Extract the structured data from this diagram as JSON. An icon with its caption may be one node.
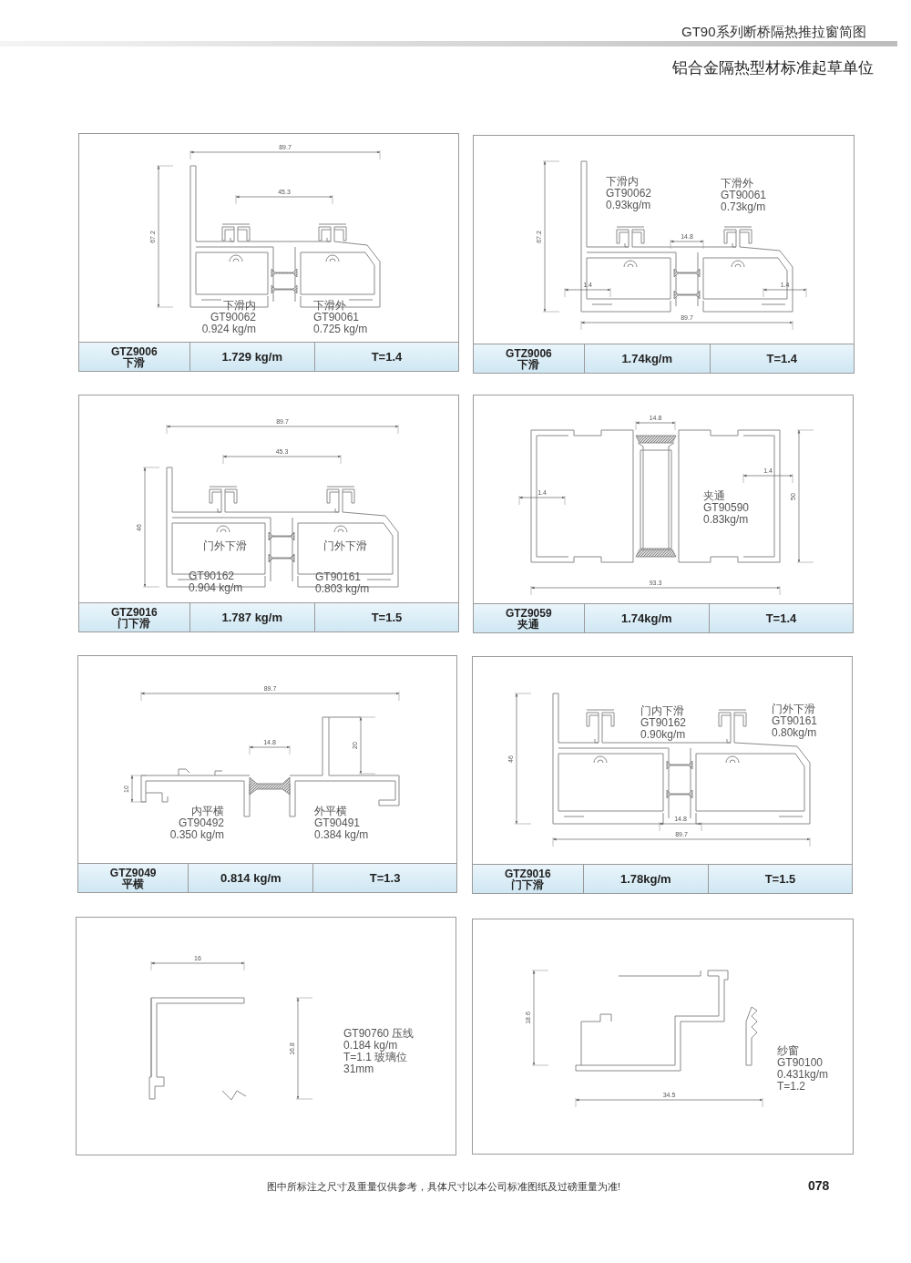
{
  "diagram": {
    "title": "GT90系列断桥隔热推拉窗简图",
    "caption": "图中所标注之尺寸及重量仅供参考，具体尺寸以本公司标准图纸及过磅重量为准!",
    "nodes": [
      {
        "text": [
          "下滑内 GT90062 0.924 kg/m",
          "下滑外 GT90061 0.725 kg/m",
          "GTZ9006 下滑",
          "1.729 kg/m",
          "T=1.4"
        ]
      },
      {
        "text": [
          "下滑内 GT90062 0.93kg/m",
          "下滑外 GT90061 0.73kg/m",
          "GTZ9006 下滑",
          "1.74kg/m",
          "T=1.4"
        ]
      },
      {
        "text": [
          "门外下滑",
          "门外下滑",
          "GT90162 0.904 kg/m",
          "GT90161 0.803 kg/m",
          "GTZ9016 门下滑",
          "1.787 kg/m",
          "T=1.5"
        ]
      },
      {
        "text": [
          "夹通 GT90590 0.83kg/m",
          "GTZ9059 夹通",
          "1.74kg/m",
          "T=1.4"
        ]
      },
      {
        "text": [
          "内平横 GT90492 0.350 kg/m",
          "外平横 GT90491 0.384 kg/m",
          "GTZ9049 平横",
          "0.814 kg/m",
          "T=1.3"
        ]
      },
      {
        "text": [
          "门内下滑 GT90162 0.90kg/m",
          "门外下滑 GT90161 0.80kg/m",
          "GTZ9016 门下滑",
          "1.78kg/m",
          "T=1.5"
        ]
      },
      {
        "text": [
          "GT90760 压线 0.184 kg/m T=1.1 玻璃位31mm"
        ]
      },
      {
        "text": [
          "纱窗 GT90100 0.431kg/m T=1.2"
        ]
      }
    ],
    "labels": [
      "铝合金隔热型材标准起草单位",
      "89.7",
      "45.3",
      "67.2",
      "67.2",
      "14.8",
      "1.4",
      "1.4",
      "89.7",
      "89.7",
      "45.3",
      "46",
      "14.8",
      "1.4",
      "50",
      "1.4",
      "93.3",
      "89.7",
      "14.8",
      "20",
      "10",
      "46",
      "14.8",
      "89.7",
      "16",
      "16.8",
      "18.6",
      "34.5",
      "078"
    ]
  }
}
